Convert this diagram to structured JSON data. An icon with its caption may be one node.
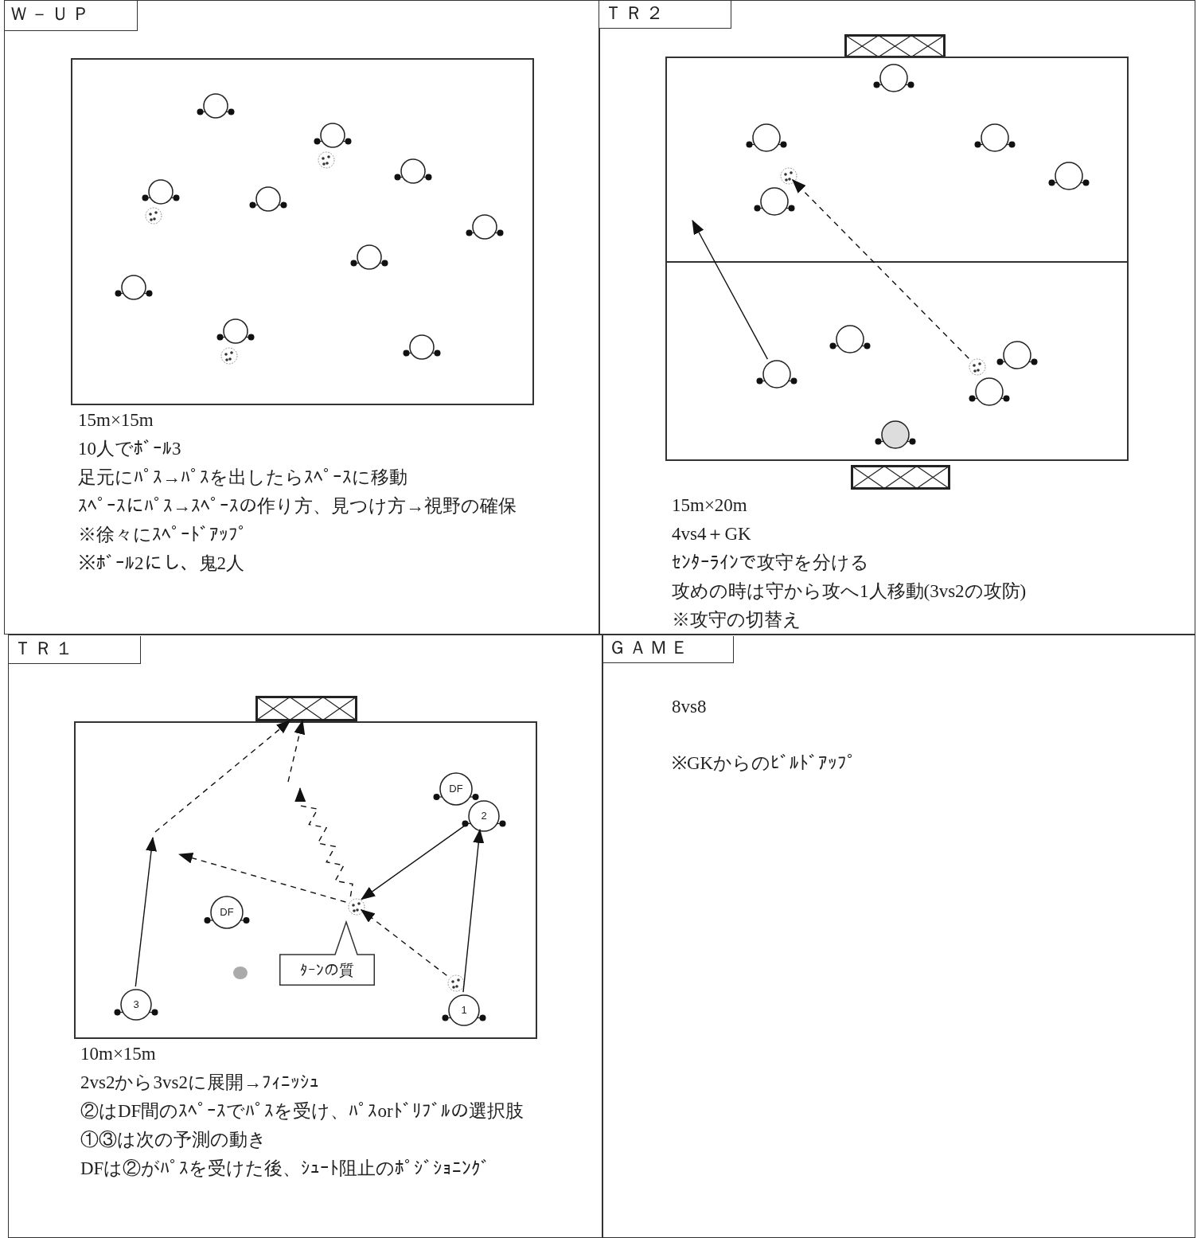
{
  "diagram": {
    "nodes": [
      {
        "text": [
          "Ｗ－ＵＰ",
          "15m×15m",
          "10人でﾎﾞｰﾙ3",
          "足元にﾊﾟｽ→ﾊﾟｽを出したらｽﾍﾟｰｽに移動",
          "ｽﾍﾟｰｽにﾊﾟｽ→ｽﾍﾟｰｽの作り方、見つけ方→視野の確保",
          "※徐々にｽﾍﾟｰﾄﾞｱｯﾌﾟ",
          "※ﾎﾞｰﾙ2にし、鬼2人"
        ]
      },
      {
        "text": [],
        "shape": "box",
        "in": 0
      },
      {
        "text": [],
        "shape": "circle",
        "in": 1
      },
      {
        "text": [],
        "shape": "circle",
        "in": 1
      },
      {
        "text": [],
        "shape": "circle",
        "in": 1
      },
      {
        "text": [],
        "shape": "circle",
        "in": 1
      },
      {
        "text": [],
        "shape": "circle",
        "in": 1
      },
      {
        "text": [],
        "shape": "circle",
        "in": 1
      },
      {
        "text": [],
        "shape": "circle",
        "in": 1
      },
      {
        "text": [],
        "shape": "circle",
        "in": 1
      },
      {
        "text": [],
        "shape": "circle",
        "in": 1
      },
      {
        "text": [],
        "shape": "circle",
        "in": 1
      },
      {
        "text": [],
        "shape": "ball",
        "in": 1
      },
      {
        "text": [],
        "shape": "ball",
        "in": 1
      },
      {
        "text": [],
        "shape": "ball",
        "in": 1
      },
      {
        "text": [
          "ＴＲ２",
          "15m×20m",
          "4vs4＋GK",
          "ｾﾝﾀｰﾗｲﾝで攻守を分ける",
          "攻めの時は守から攻へ1人移動(3vs2の攻防)",
          "※攻守の切替え"
        ]
      },
      {
        "text": [],
        "shape": "goal",
        "in": 15
      },
      {
        "text": [],
        "shape": "box",
        "in": 15
      },
      {
        "text": [],
        "shape": "goal",
        "in": 15
      },
      {
        "text": [],
        "shape": "circle",
        "in": 17
      },
      {
        "text": [],
        "shape": "circle",
        "in": 17
      },
      {
        "text": [],
        "shape": "circle",
        "in": 17
      },
      {
        "text": [],
        "shape": "circle",
        "in": 17
      },
      {
        "text": [],
        "shape": "ball",
        "in": 17
      },
      {
        "text": [],
        "shape": "circle",
        "in": 17
      },
      {
        "text": [],
        "shape": "circle",
        "in": 17
      },
      {
        "text": [],
        "shape": "circle",
        "in": 17
      },
      {
        "text": [],
        "shape": "ball",
        "in": 17
      },
      {
        "text": [],
        "shape": "circle",
        "in": 17
      },
      {
        "text": [],
        "shape": "circle",
        "in": 17
      },
      {
        "text": [],
        "shape": "circle",
        "in": 17
      },
      {
        "text": [
          "ＴＲ１",
          "10m×15m",
          "2vs2から3vs2に展開→ﾌｨﾆｯｼｭ",
          "②はDF間のｽﾍﾟｰｽでﾊﾟｽを受け、ﾊﾟｽorﾄﾞﾘﾌﾞﾙの選択肢",
          "①③は次の予測の動き",
          "DFは②がﾊﾟｽを受けた後、ｼｭｰﾄ阻止のﾎﾟｼﾞｼｮﾆﾝｸﾞ"
        ]
      },
      {
        "text": [],
        "shape": "goal",
        "in": 31
      },
      {
        "text": [],
        "shape": "box",
        "in": 31
      },
      {
        "text": [
          "DF"
        ],
        "in": 33
      },
      {
        "text": [
          "2"
        ],
        "in": 33
      },
      {
        "text": [],
        "shape": "ball",
        "in": 33
      },
      {
        "text": [
          "DF"
        ],
        "in": 33
      },
      {
        "text": [
          "ﾀｰﾝの質"
        ],
        "in": 33
      },
      {
        "text": [],
        "shape": "ball",
        "in": 33
      },
      {
        "text": [
          "3"
        ],
        "in": 33
      },
      {
        "text": [
          "1"
        ],
        "in": 33
      },
      {
        "text": [
          "ＧＡＭＥ",
          "8vs8",
          "※GKからのﾋﾞﾙﾄﾞｱｯﾌﾟ"
        ]
      }
    ],
    "edges": [
      {
        "from": 28,
        "to": null,
        "arrow": "to"
      },
      {
        "from": 27,
        "to": 23,
        "arrow": "to",
        "style": "dashed"
      },
      {
        "from": 40,
        "to": null,
        "arrow": "to"
      },
      {
        "from": null,
        "to": 32,
        "arrow": "to",
        "style": "dashed"
      },
      {
        "from": 36,
        "to": null,
        "arrow": "to",
        "style": "dashed"
      },
      {
        "from": 36,
        "to": null,
        "arrow": "to",
        "style": "dashed"
      },
      {
        "from": null,
        "to": 32,
        "arrow": "to",
        "style": "dashed"
      },
      {
        "from": 35,
        "to": 36,
        "arrow": "to"
      },
      {
        "from": 39,
        "to": 36,
        "arrow": "to",
        "style": "dashed"
      },
      {
        "from": 41,
        "to": 35,
        "arrow": "to"
      }
    ]
  }
}
